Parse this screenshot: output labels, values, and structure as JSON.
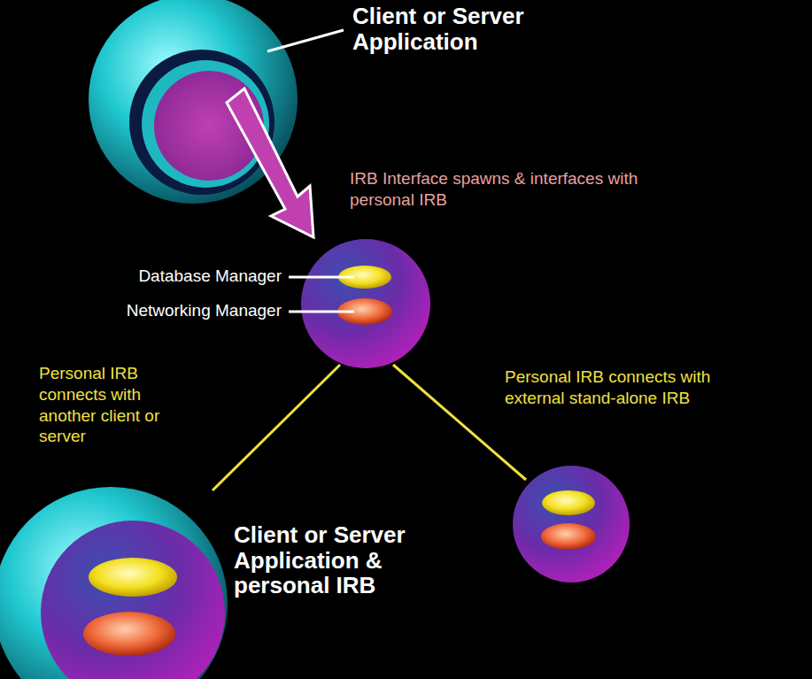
{
  "diagram": {
    "nodes": [
      {
        "text": [
          "Client or Server Application"
        ]
      },
      {
        "text": [
          "Client or Server Application & personal IRB"
        ]
      }
    ],
    "labels": [
      "IRB Interface spawns & interfaces with personal IRB",
      "Database Manager",
      "Networking Manager",
      "Personal IRB connects with another client or server",
      "Personal IRB connects with external stand-alone IRB"
    ]
  }
}
